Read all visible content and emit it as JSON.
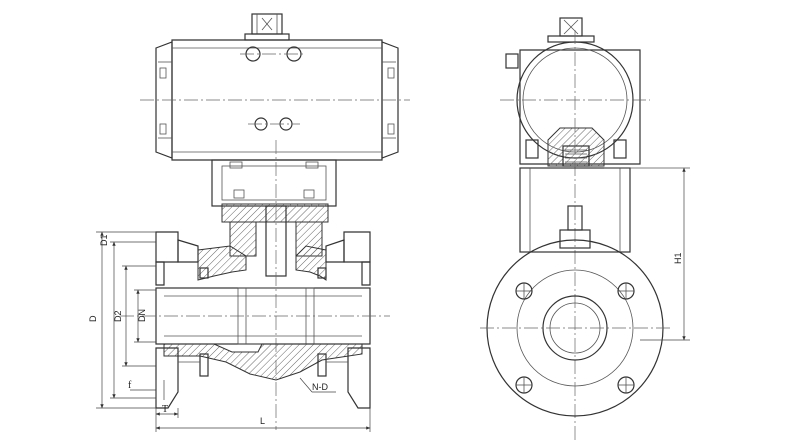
{
  "labels": {
    "D": "D",
    "D1": "D1",
    "D2": "D2",
    "DN": "DN",
    "f": "f",
    "T": "T",
    "L": "L",
    "ND": "N-D",
    "H1": "H1"
  },
  "colors": {
    "line": "#333333",
    "hatch": "#666666",
    "background": "#ffffff"
  }
}
